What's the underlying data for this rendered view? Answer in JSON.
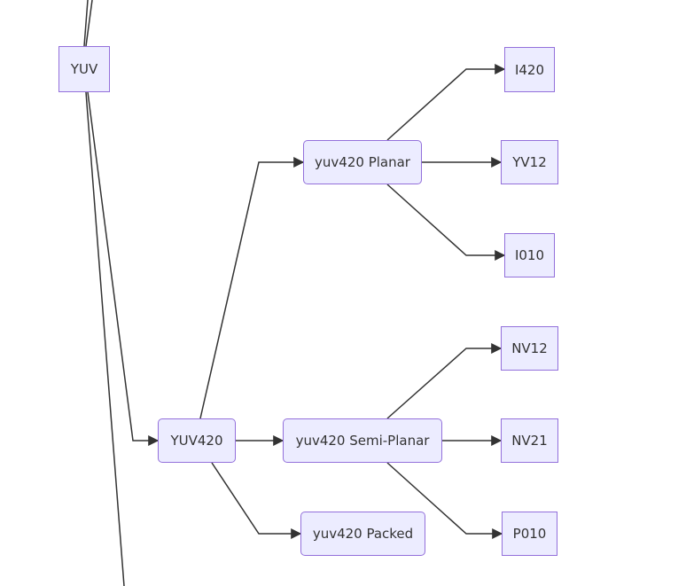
{
  "nodes": {
    "yuv": {
      "label": "YUV"
    },
    "yuv420": {
      "label": "YUV420"
    },
    "planar": {
      "label": "yuv420 Planar"
    },
    "semi": {
      "label": "yuv420 Semi-Planar"
    },
    "packed": {
      "label": "yuv420 Packed"
    },
    "i420": {
      "label": "I420"
    },
    "yv12": {
      "label": "YV12"
    },
    "i010": {
      "label": "I010"
    },
    "nv12": {
      "label": "NV12"
    },
    "nv21": {
      "label": "NV21"
    },
    "p010": {
      "label": "P010"
    }
  },
  "edges": [
    {
      "from": "yuv",
      "to": "yuv420"
    },
    {
      "from": "yuv420",
      "to": "planar"
    },
    {
      "from": "yuv420",
      "to": "semi"
    },
    {
      "from": "yuv420",
      "to": "packed"
    },
    {
      "from": "planar",
      "to": "i420"
    },
    {
      "from": "planar",
      "to": "yv12"
    },
    {
      "from": "planar",
      "to": "i010"
    },
    {
      "from": "semi",
      "to": "nv12"
    },
    {
      "from": "semi",
      "to": "nv21"
    },
    {
      "from": "semi",
      "to": "p010"
    }
  ],
  "colors": {
    "node_fill": "#ECECFF",
    "node_stroke": "#9370DB",
    "edge": "#333333",
    "text": "#333333"
  }
}
